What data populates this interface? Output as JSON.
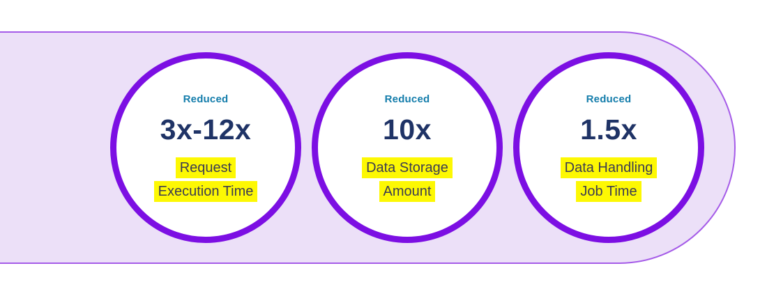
{
  "banner": {
    "background": "#ece0f8",
    "border_color": "#a55be8"
  },
  "colors": {
    "circle_border": "#7c0fe3",
    "tag_text": "#147dab",
    "value_text": "#1f3366",
    "highlight": "#fdf803",
    "label_text": "#3b3b52"
  },
  "circles": [
    {
      "tag": "Reduced",
      "value": "3x-12x",
      "label_line1": "Request",
      "label_line2": "Execution Time"
    },
    {
      "tag": "Reduced",
      "value": "10x",
      "label_line1": "Data Storage",
      "label_line2": "Amount"
    },
    {
      "tag": "Reduced",
      "value": "1.5x",
      "label_line1": "Data Handling",
      "label_line2": "Job Time"
    }
  ]
}
